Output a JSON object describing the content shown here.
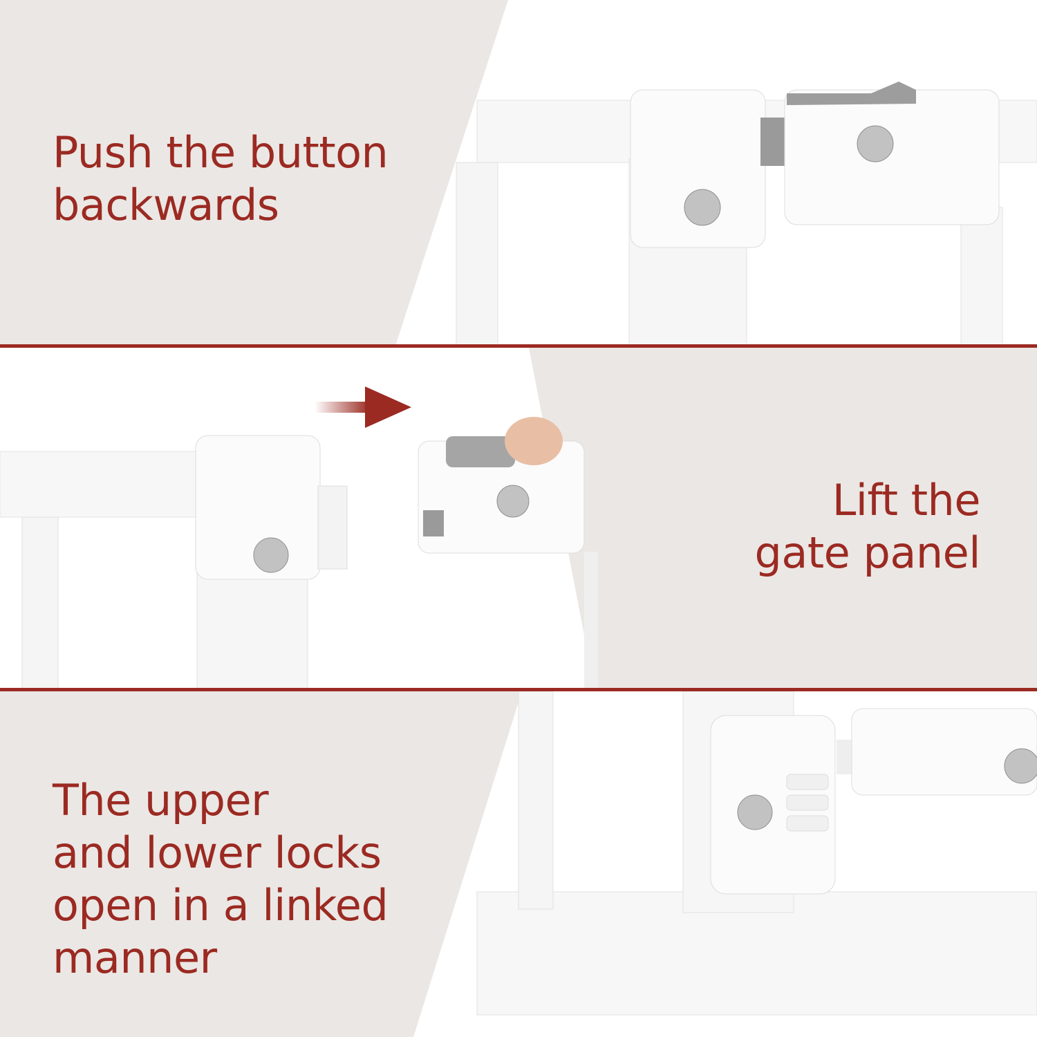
{
  "colors": {
    "accent": "#9b2a22",
    "background_band": "#ebe7e4"
  },
  "steps": [
    {
      "lines": [
        "Push the button",
        "backwards"
      ]
    },
    {
      "lines": [
        "Lift the",
        "gate panel"
      ]
    },
    {
      "lines": [
        "The upper",
        "and lower locks",
        "open in a linked",
        "manner"
      ]
    }
  ]
}
